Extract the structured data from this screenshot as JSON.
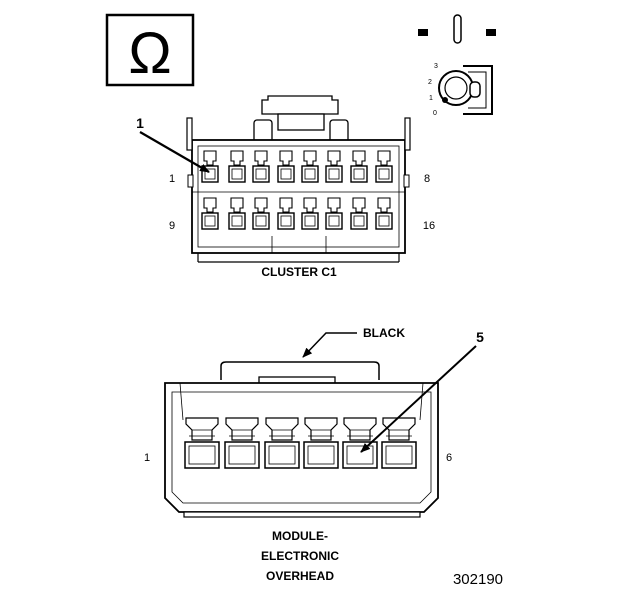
{
  "ohm_symbol": "Ω",
  "ignition": {
    "positions": [
      "3",
      "2",
      "1",
      "0"
    ]
  },
  "connector_c1": {
    "title": "CLUSTER C1",
    "pin_first_top": "1",
    "pin_last_top": "8",
    "pin_first_bottom": "9",
    "pin_last_bottom": "16",
    "callout": "1"
  },
  "connector_overhead": {
    "color_label": "BLACK",
    "callout": "5",
    "pin_first": "1",
    "pin_last": "6",
    "title_lines": [
      "MODULE-",
      "ELECTRONIC",
      "OVERHEAD"
    ]
  },
  "figure_number": "302190"
}
